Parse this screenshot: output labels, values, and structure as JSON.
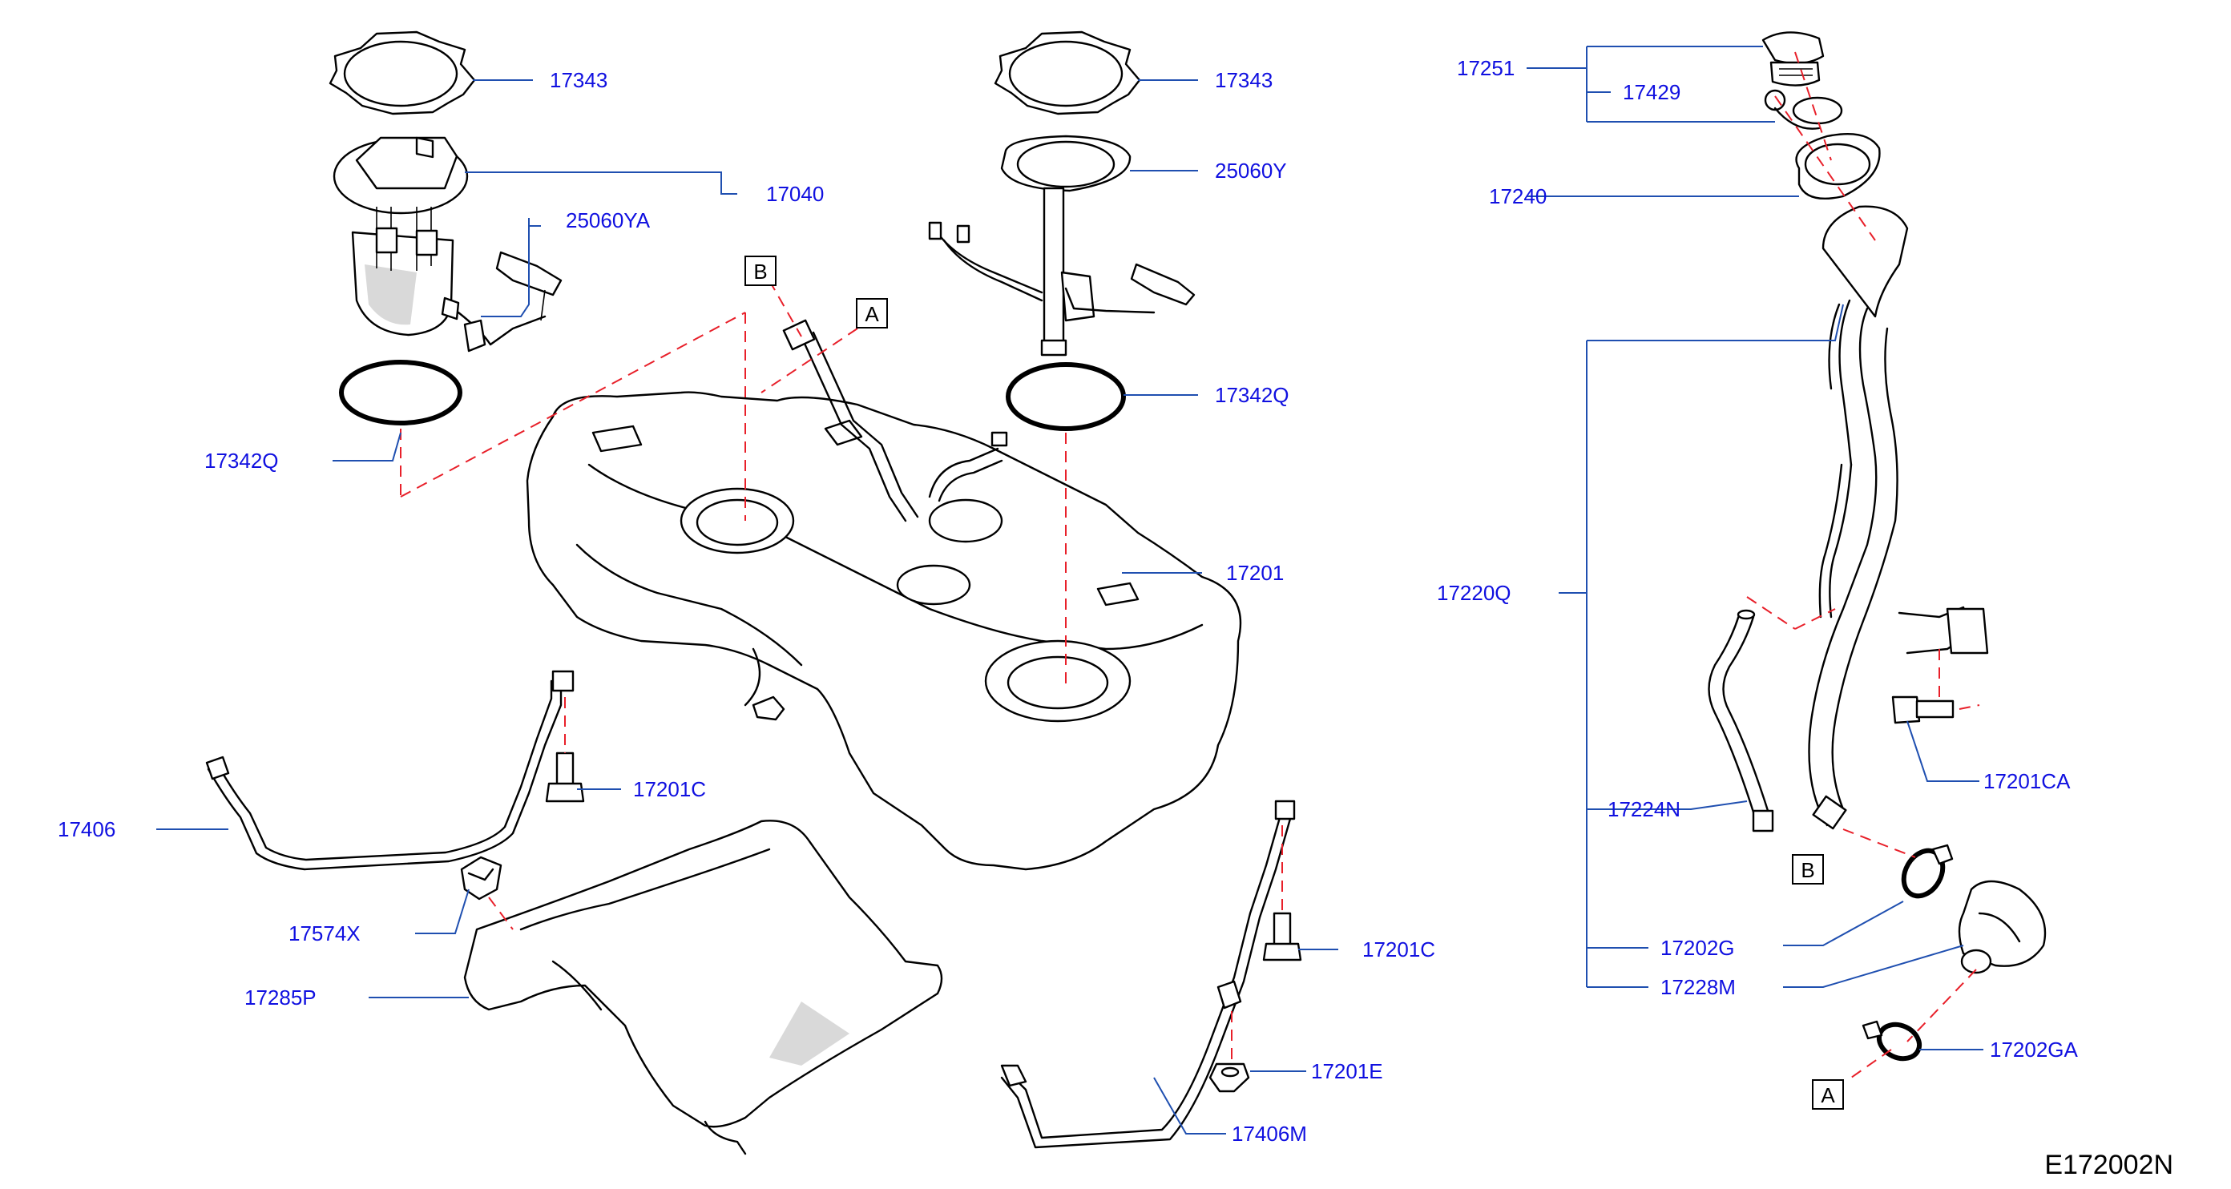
{
  "diagram_code": "E172002N",
  "labels": {
    "l_17343_left": "17343",
    "l_17040": "17040",
    "l_25060YA": "25060YA",
    "l_17342Q_left": "17342Q",
    "l_17343_mid": "17343",
    "l_25060Y": "25060Y",
    "l_17342Q_mid": "17342Q",
    "l_17201": "17201",
    "l_17201C_a": "17201C",
    "l_17406": "17406",
    "l_17574X": "17574X",
    "l_17285P": "17285P",
    "l_17201C_b": "17201C",
    "l_17201E": "17201E",
    "l_17406M": "17406M",
    "l_17251": "17251",
    "l_17429": "17429",
    "l_17240": "17240",
    "l_17220Q": "17220Q",
    "l_17201CA": "17201CA",
    "l_17224N": "17224N",
    "l_17202G": "17202G",
    "l_17228M": "17228M",
    "l_17202GA": "17202GA"
  },
  "refs": {
    "ref_B_top": "B",
    "ref_A_top": "A",
    "ref_B_right": "B",
    "ref_A_right": "A"
  }
}
